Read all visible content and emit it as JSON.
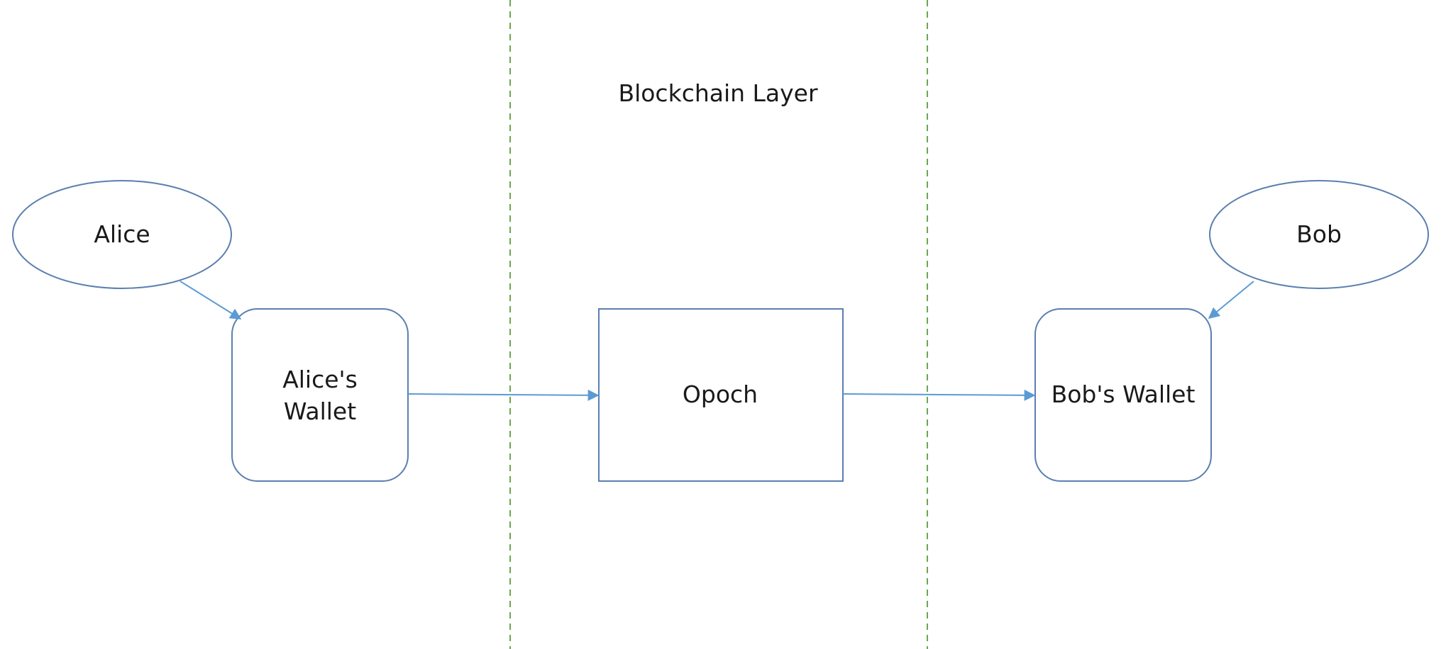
{
  "diagram": {
    "layer_title": "Blockchain Layer",
    "nodes": {
      "alice": "Alice",
      "bob": "Bob",
      "alice_wallet_line1": "Alice's",
      "alice_wallet_line2": "Wallet",
      "opoch": "Opoch",
      "bob_wallet": "Bob's Wallet"
    },
    "colors": {
      "shape_stroke": "#5a7fb0",
      "arrow": "#5b9bd5",
      "divider": "#6aa84f",
      "text": "#1a1a1a"
    }
  }
}
